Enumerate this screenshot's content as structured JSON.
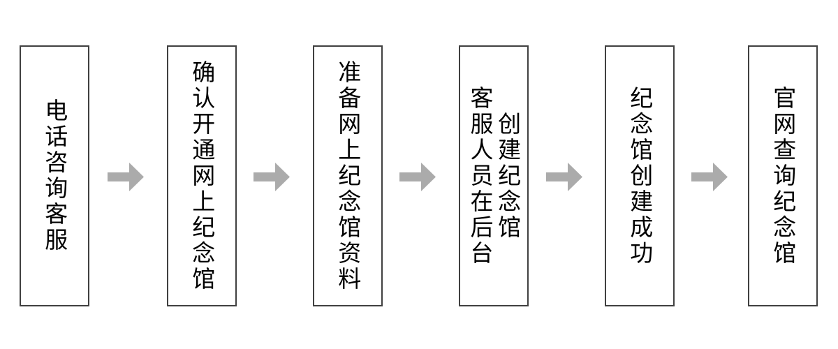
{
  "diagram": {
    "type": "flowchart",
    "orientation": "left-to-right",
    "title": "",
    "colors": {
      "box_border": "#404040",
      "box_fill": "#ffffff",
      "arrow_fill": "#ababab",
      "text": "#000000"
    },
    "nodes": [
      {
        "id": "node-1",
        "columns": [
          "电话咨询客服"
        ],
        "text": "电话咨询客服"
      },
      {
        "id": "node-2",
        "columns": [
          "确认开通网上纪念馆"
        ],
        "text": "确认开通网上纪念馆"
      },
      {
        "id": "node-3",
        "columns": [
          "准备网上纪念馆资料"
        ],
        "text": "准备网上纪念馆资料"
      },
      {
        "id": "node-4",
        "columns": [
          "创建纪念馆",
          "客服人员在后台"
        ],
        "text": "创建纪念馆 客服人员在后台"
      },
      {
        "id": "node-5",
        "columns": [
          "纪念馆创建成功"
        ],
        "text": "纪念馆创建成功"
      },
      {
        "id": "node-6",
        "columns": [
          "官网查询纪念馆"
        ],
        "text": "官网查询纪念馆"
      }
    ],
    "arrows": [
      {
        "id": "arrow-1",
        "from": "node-1",
        "to": "node-2",
        "icon": "right-arrow-icon"
      },
      {
        "id": "arrow-2",
        "from": "node-2",
        "to": "node-3",
        "icon": "right-arrow-icon"
      },
      {
        "id": "arrow-3",
        "from": "node-3",
        "to": "node-4",
        "icon": "right-arrow-icon"
      },
      {
        "id": "arrow-4",
        "from": "node-4",
        "to": "node-5",
        "icon": "right-arrow-icon"
      },
      {
        "id": "arrow-5",
        "from": "node-5",
        "to": "node-6",
        "icon": "right-arrow-icon"
      }
    ]
  }
}
